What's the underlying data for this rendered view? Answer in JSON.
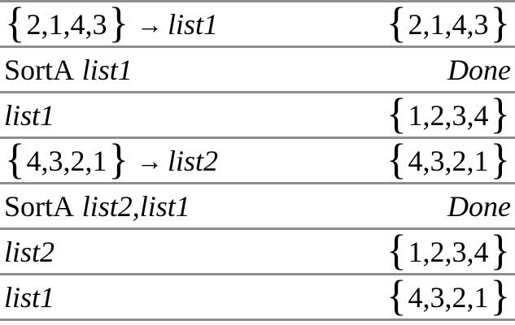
{
  "screen": {
    "background": "#ffffff",
    "divider_color": "#8f8f8f",
    "text_color": "#000000"
  },
  "rows": [
    {
      "type": "store",
      "left": {
        "open": "{",
        "values": "2,1,4,3",
        "close": "}",
        "arrow": "→",
        "target": "list1"
      },
      "right": {
        "open": "{",
        "values": "2,1,4,3",
        "close": "}"
      }
    },
    {
      "type": "command",
      "left": {
        "command": "SortA",
        "args": "list1"
      },
      "right": {
        "result": "Done"
      }
    },
    {
      "type": "echo",
      "left": {
        "variable": "list1"
      },
      "right": {
        "open": "{",
        "values": "1,2,3,4",
        "close": "}"
      }
    },
    {
      "type": "store",
      "left": {
        "open": "{",
        "values": "4,3,2,1",
        "close": "}",
        "arrow": "→",
        "target": "list2"
      },
      "right": {
        "open": "{",
        "values": "4,3,2,1",
        "close": "}"
      }
    },
    {
      "type": "command",
      "left": {
        "command": "SortA",
        "args": "list2,list1"
      },
      "right": {
        "result": "Done"
      }
    },
    {
      "type": "echo",
      "left": {
        "variable": "list2"
      },
      "right": {
        "open": "{",
        "values": "1,2,3,4",
        "close": "}"
      }
    },
    {
      "type": "echo",
      "left": {
        "variable": "list1"
      },
      "right": {
        "open": "{",
        "values": "4,3,2,1",
        "close": "}"
      }
    }
  ]
}
